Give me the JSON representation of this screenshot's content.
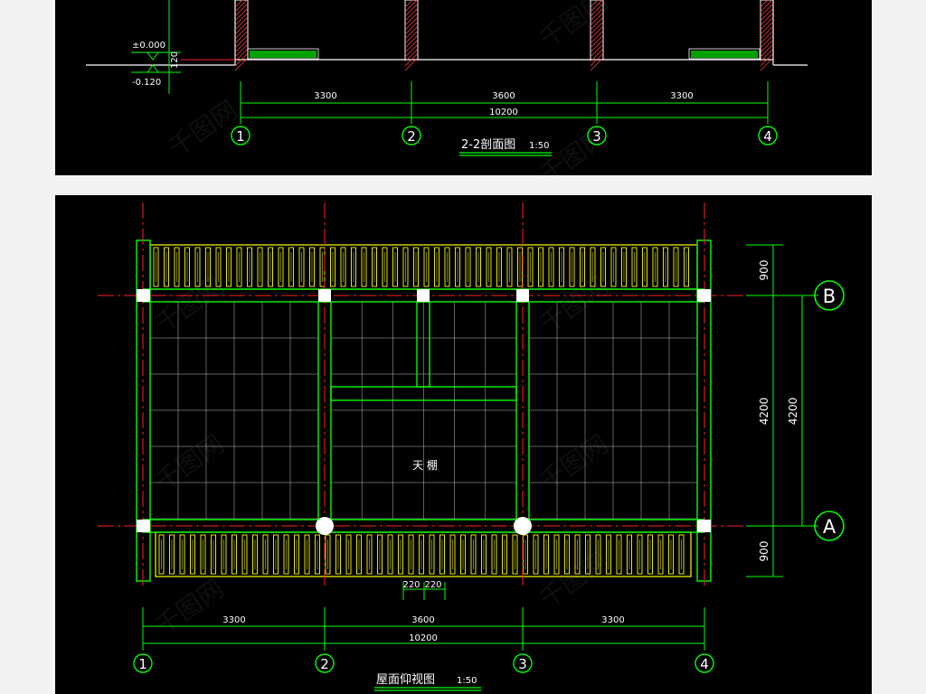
{
  "colors": {
    "page_bg": "#f2f2f2",
    "panel_bg": "#000000",
    "green": "#00ff00",
    "yellow": "#ffff00",
    "red": "#ff2020",
    "grid": "#bfbfbf",
    "white": "#ffffff",
    "hatch": "#ff4040"
  },
  "section": {
    "elev_top": "±0.000",
    "elev_bottom": "-0.120",
    "elev_side": "120",
    "dims": [
      "3300",
      "3600",
      "3300"
    ],
    "total": "10200",
    "axes": [
      "1",
      "2",
      "3",
      "4"
    ],
    "title": "2-2剖面图",
    "scale": "1:50"
  },
  "plan": {
    "dims": [
      "3300",
      "3600",
      "3300"
    ],
    "total": "10200",
    "axes": [
      "1",
      "2",
      "3",
      "4"
    ],
    "right_dims_outer": [
      "900",
      "4200",
      "900"
    ],
    "right_dim_inner": "4200",
    "row_axes": [
      "B",
      "A"
    ],
    "ceiling_label": "天  棚",
    "rafter_dims": [
      "220",
      "220"
    ],
    "title": "屋面仰视图",
    "scale": "1:50"
  },
  "watermark": "千图网"
}
